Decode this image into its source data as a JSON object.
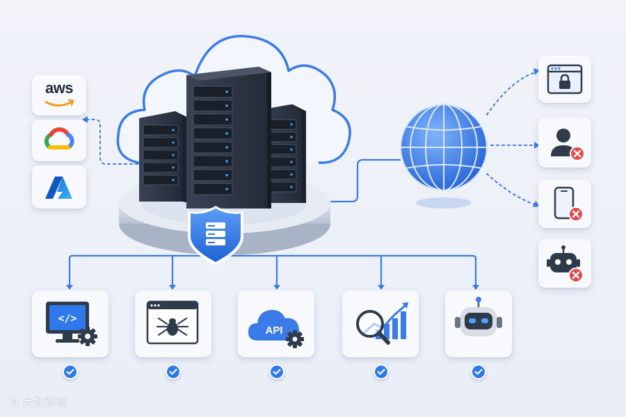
{
  "providers": [
    {
      "name": "aws-logo",
      "label": "aws",
      "icon": "aws-logo"
    },
    {
      "name": "google-cloud-logo",
      "icon": "google-cloud-icon"
    },
    {
      "name": "azure-logo",
      "icon": "azure-icon"
    }
  ],
  "hub": {
    "icon": "cloud-server-rack-with-shield"
  },
  "globe": {
    "icon": "globe-icon"
  },
  "blocked_targets": [
    {
      "name": "locked-browser",
      "icon": "browser-lock-icon",
      "status": "locked"
    },
    {
      "name": "blocked-user",
      "icon": "user-icon",
      "status": "blocked"
    },
    {
      "name": "blocked-phone",
      "icon": "phone-icon",
      "status": "blocked"
    },
    {
      "name": "blocked-bot",
      "icon": "robot-icon",
      "status": "blocked"
    }
  ],
  "allowed_services": [
    {
      "name": "code-monitor",
      "icon": "code-monitor-gear-icon",
      "status": "allowed"
    },
    {
      "name": "web-crawler",
      "icon": "browser-spider-icon",
      "status": "allowed"
    },
    {
      "name": "api-cloud",
      "icon": "api-cloud-gear-icon",
      "label": "API",
      "status": "allowed"
    },
    {
      "name": "analytics",
      "icon": "search-chart-icon",
      "status": "allowed"
    },
    {
      "name": "robot",
      "icon": "robot-icon",
      "status": "allowed"
    }
  ],
  "watermark": "大数跨境",
  "colors": {
    "accent": "#3a7be8",
    "danger": "#e5484d",
    "server": "#2b3442",
    "background": "#eef1f8"
  }
}
